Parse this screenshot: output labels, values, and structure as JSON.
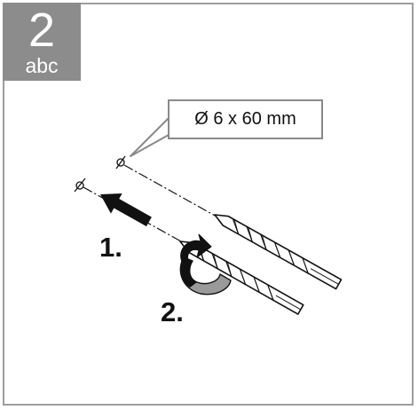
{
  "badge": {
    "number": "2",
    "subtitle": "abc"
  },
  "dimension": {
    "label": "Ø 6 x 60 mm"
  },
  "steps": [
    {
      "label": "1."
    },
    {
      "label": "2."
    }
  ],
  "icons": {
    "push_direction": "arrow-left-icon",
    "rotation": "rotate-arrow-icon",
    "drill_bit": "drill-bit-icon",
    "hole_marker": "crosshair-icon"
  },
  "colors": {
    "frame": "#9d9d9d",
    "badge": "#8c8c8c",
    "callout_border": "#8a8a8a",
    "ink": "#111111",
    "rotation_light": "#9a9a9a"
  }
}
